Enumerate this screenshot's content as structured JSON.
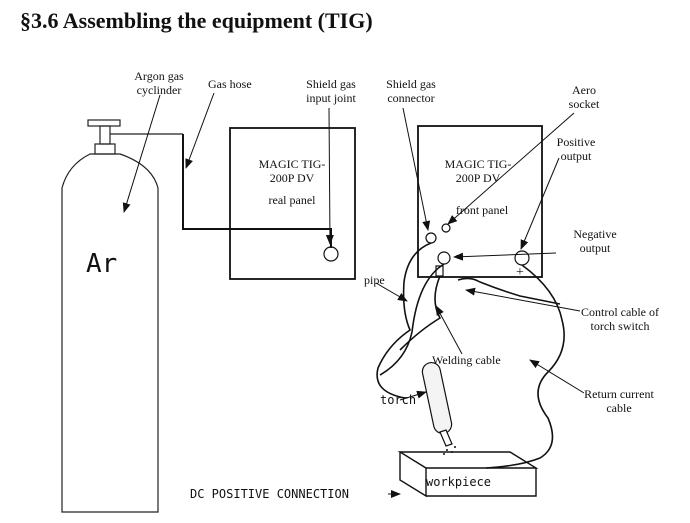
{
  "title": "§3.6 Assembling the equipment (TIG)",
  "cylinder": {
    "gas": "Ar"
  },
  "rear_panel": {
    "line1": "MAGIC TIG-",
    "line2": "200P DV",
    "line3": "real panel"
  },
  "front_panel": {
    "line1": "MAGIC TIG-",
    "line2": "200P DV",
    "line3": "front panel"
  },
  "labels": {
    "argon_1": "Argon gas",
    "argon_2": "cyclinder",
    "gas_hose": "Gas hose",
    "shield_input_1": "Shield gas",
    "shield_input_2": "input joint",
    "shield_conn_1": "Shield gas",
    "shield_conn_2": "connector",
    "aero_1": "Aero",
    "aero_2": "socket",
    "pos_1": "Positive",
    "pos_2": "output",
    "neg_1": "Negative",
    "neg_2": "output",
    "pipe": "pipe",
    "ctrl_1": "Control cable of",
    "ctrl_2": "torch switch",
    "welding_cable": "Welding cable",
    "return_1": "Return current",
    "return_2": "cable",
    "torch": "torch",
    "workpiece": "workpiece",
    "connection": "DC POSITIVE CONNECTION"
  },
  "symbols": {
    "minus": "−",
    "plus": "+"
  }
}
